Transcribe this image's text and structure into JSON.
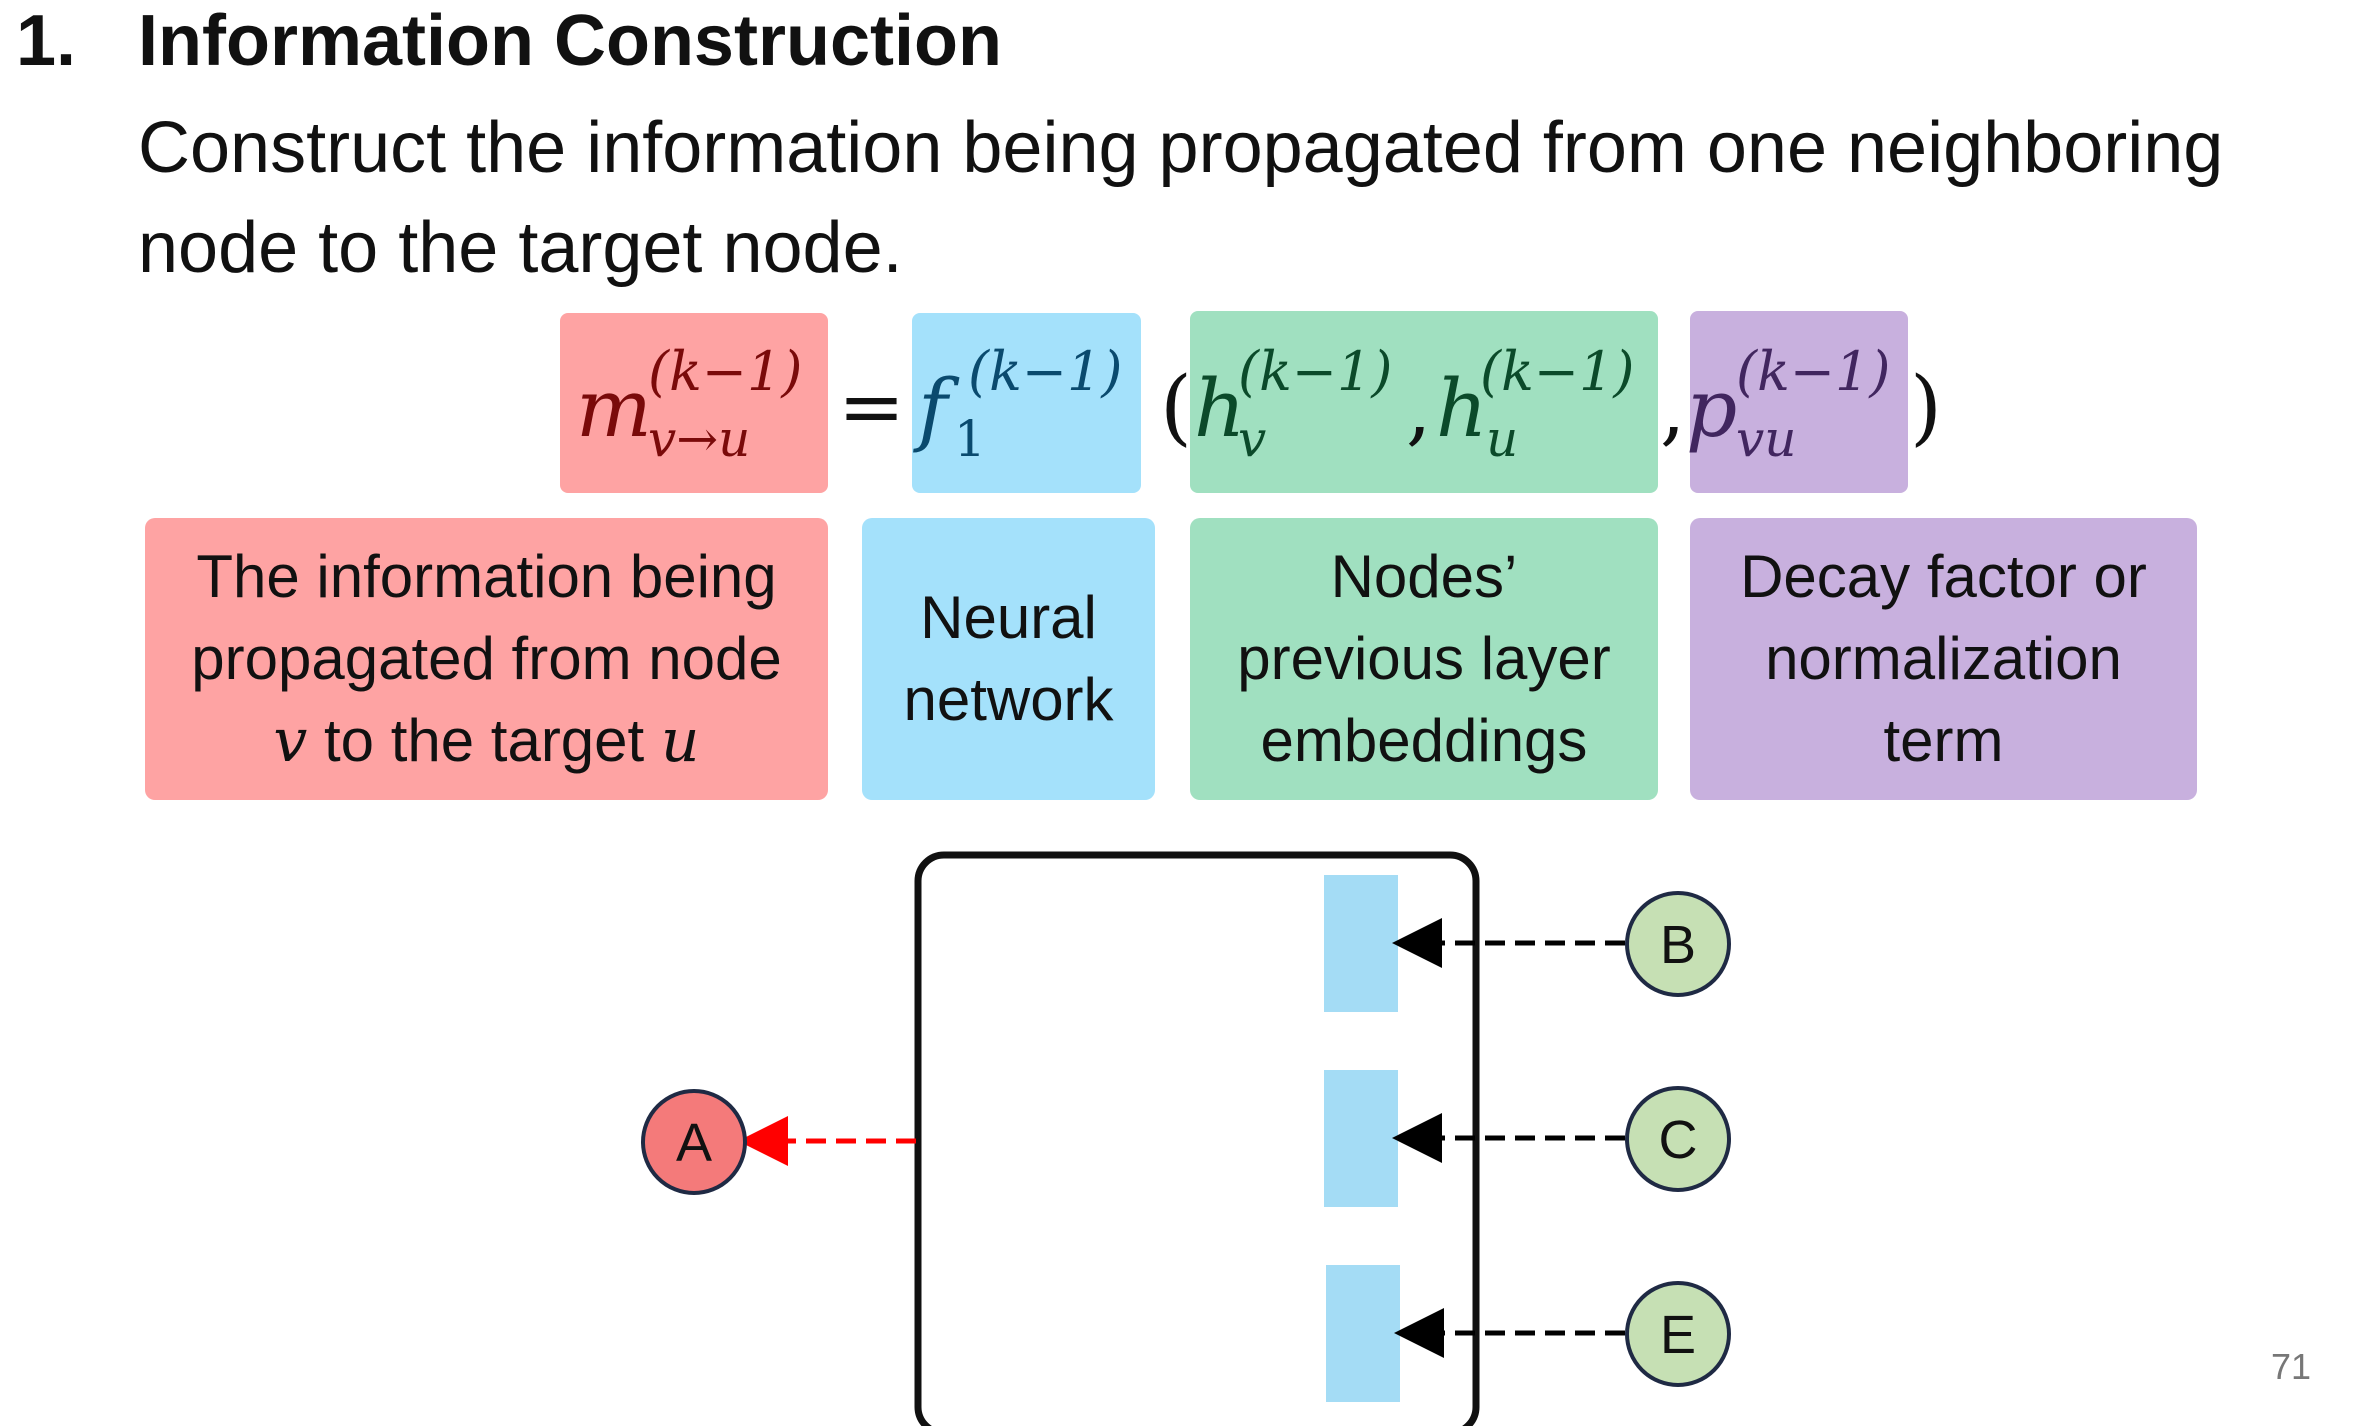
{
  "heading": {
    "number": "1.",
    "title": "Information Construction"
  },
  "description": "Construct the information being propagated from one neighboring node to the target node.",
  "formula": {
    "m": "m",
    "m_sup": "(k−1)",
    "m_sub": "v→u",
    "equals": "=",
    "f": "f",
    "f_sup": "(k−1)",
    "f_sub": "1",
    "lparen": "(",
    "h1": "h",
    "h1_sup": "(k−1)",
    "h1_sub": "v",
    "comma1": ",",
    "h2": "h",
    "h2_sup": "(k−1)",
    "h2_sub": "u",
    "comma2": ",",
    "p": "p",
    "p_sup": "(k−1)",
    "p_sub": "vu",
    "rparen": ")"
  },
  "labels": {
    "message_line1": "The information being",
    "message_line2": "propagated from node",
    "message_v": "v",
    "message_mid": " to the target ",
    "message_u": "u",
    "nn_line1": "Neural",
    "nn_line2": "network",
    "emb_line1": "Nodes’",
    "emb_line2": "previous layer",
    "emb_line3": "embeddings",
    "decay_line1": "Decay factor or",
    "decay_line2": "normalization",
    "decay_line3": "term"
  },
  "graph": {
    "target": "A",
    "neighbors": [
      "B",
      "C",
      "E"
    ],
    "colors": {
      "target_fill": "#f47a7a",
      "neighbor_fill": "#c6e0b4",
      "slot_fill": "#a4dcf5",
      "arrow_out": "#ff0000",
      "arrow_in": "#000000"
    }
  },
  "page_number": "71"
}
